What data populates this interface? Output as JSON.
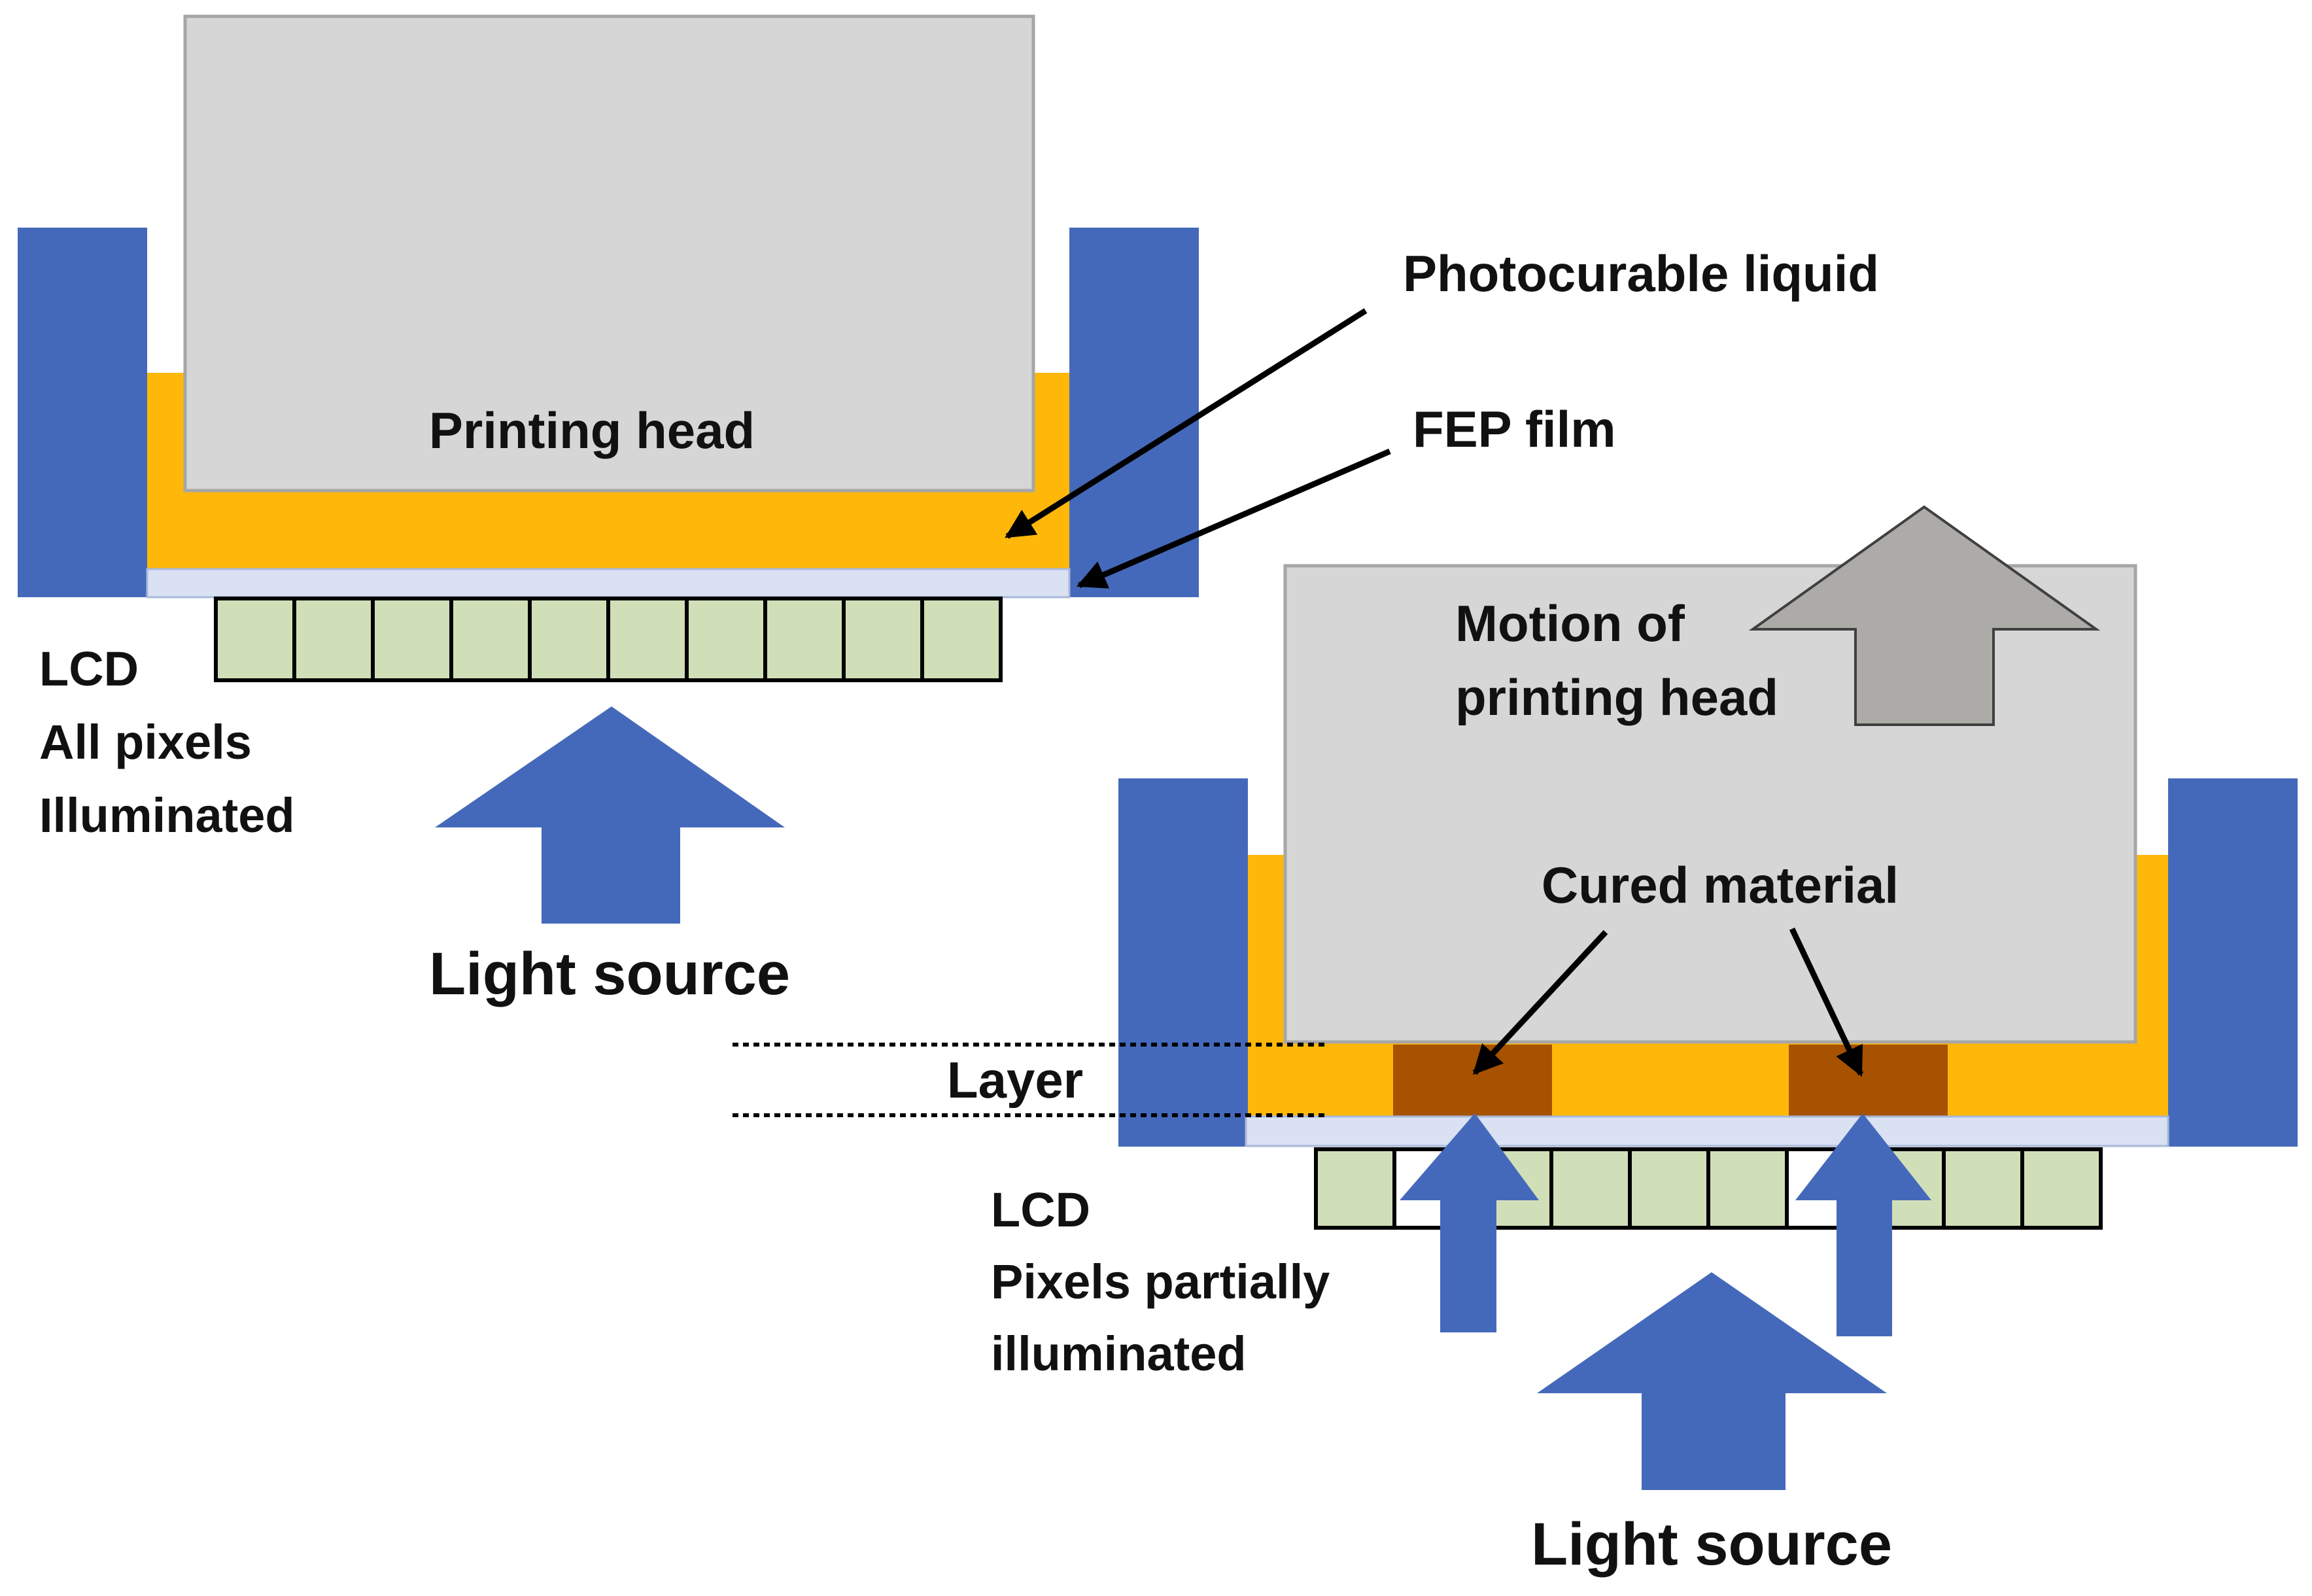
{
  "colors": {
    "frame": "#4569BA",
    "liquid": "#FFB809",
    "head": "#D6D6D6",
    "head_border": "#A6A6A6",
    "film": "#D9E1F2",
    "lcd_pixel": "#D1DFB9",
    "cured": "#A65200",
    "motion_arrow": "#ADABA8",
    "light_arrow": "#4569BA",
    "text": "#111111"
  },
  "top_panel": {
    "printing_head": "Printing head",
    "photocurable_liquid": "Photocurable liquid",
    "fep_film": "FEP film",
    "lcd_label": {
      "line1": "LCD",
      "line2": "All pixels",
      "line3": "Illuminated"
    },
    "light_source": "Light source",
    "lcd_pixel_count": 10,
    "lit_pixels": [
      1,
      1,
      1,
      1,
      1,
      1,
      1,
      1,
      1,
      1
    ]
  },
  "bottom_panel": {
    "motion_label": {
      "line1": "Motion of",
      "line2": "printing head"
    },
    "cured_material": "Cured material",
    "layer": "Layer",
    "lcd_label": {
      "line1": "LCD",
      "line2": "Pixels partially",
      "line3": "illuminated"
    },
    "light_source": "Light source",
    "lcd_pixel_count": 10,
    "lit_pixels": [
      0,
      0,
      0,
      0,
      0,
      1,
      0,
      0,
      0,
      0
    ]
  },
  "icons": {
    "light_arrow": "up-arrow-icon",
    "motion_arrow": "up-arrow-icon",
    "pointer_arrow": "pointer-arrow-icon"
  }
}
